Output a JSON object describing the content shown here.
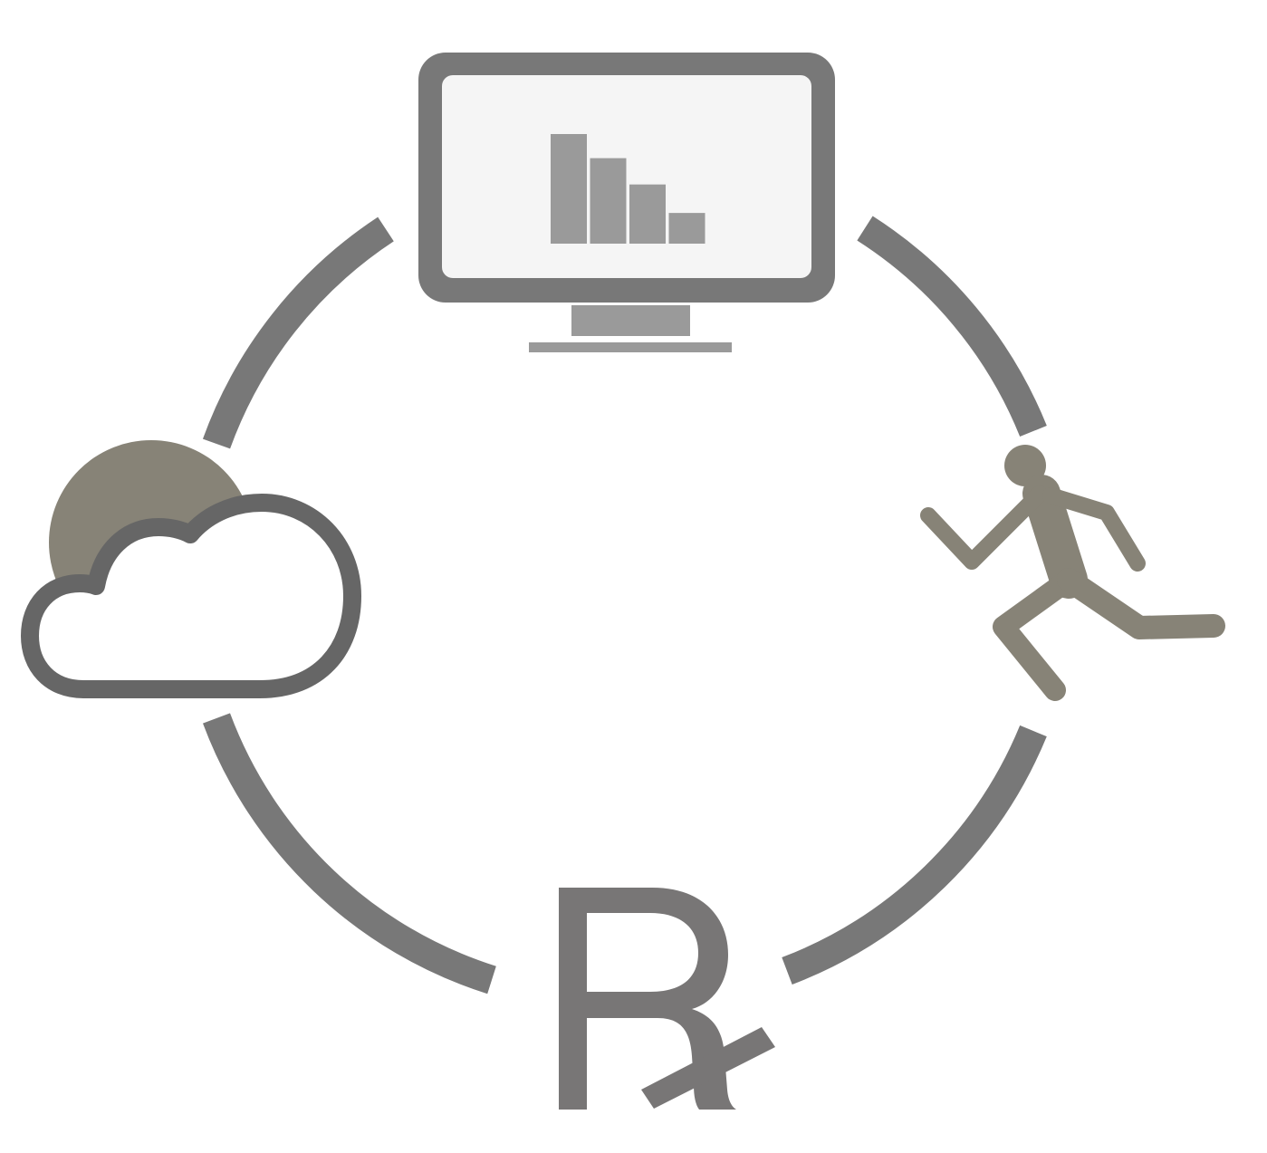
{
  "diagram": {
    "type": "cycle",
    "nodes": [
      {
        "id": "monitor",
        "icon": "monitor-bar-chart-icon"
      },
      {
        "id": "runner",
        "icon": "running-person-icon"
      },
      {
        "id": "prescription",
        "icon": "prescription-rx-icon"
      },
      {
        "id": "weather",
        "icon": "sun-cloud-icon"
      }
    ],
    "monitor_chart": {
      "type": "bar",
      "values": [
        100,
        78,
        54,
        28
      ]
    }
  },
  "colors": {
    "ring": "#787878",
    "monitor_frame": "#787878",
    "monitor_screen": "#f5f5f5",
    "bars": "#9a9a9a",
    "stand": "#9a9a9a",
    "figure": "#878377",
    "sun": "#878377",
    "cloud_outline": "#666666",
    "rx": "#787676"
  }
}
